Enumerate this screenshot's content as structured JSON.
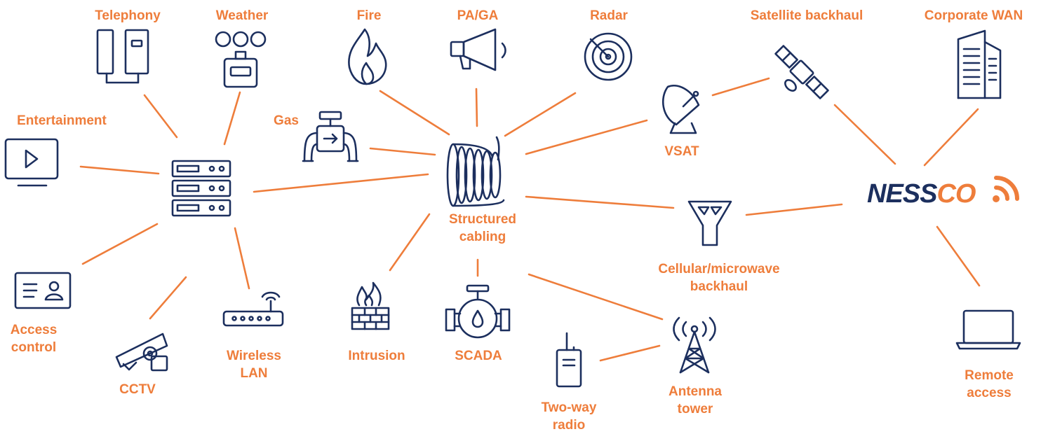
{
  "brand": {
    "logo_part1": "NESS",
    "logo_part2": "CO",
    "colors": {
      "navy": "#1c2f5e",
      "orange": "#ee7d3b"
    }
  },
  "nodes": {
    "telephony": {
      "label": [
        "Telephony"
      ],
      "icon": "telephone-icon"
    },
    "weather": {
      "label": [
        "Weather"
      ],
      "icon": "weather-station-icon"
    },
    "fire": {
      "label": [
        "Fire"
      ],
      "icon": "fire-icon"
    },
    "pa_ga": {
      "label": [
        "PA/GA"
      ],
      "icon": "megaphone-icon"
    },
    "radar": {
      "label": [
        "Radar"
      ],
      "icon": "radar-icon"
    },
    "satellite_backhaul": {
      "label": [
        "Satellite backhaul"
      ],
      "icon": "satellite-icon"
    },
    "corporate_wan": {
      "label": [
        "Corporate WAN"
      ],
      "icon": "office-building-icon"
    },
    "entertainment": {
      "label": [
        "Entertainment"
      ],
      "icon": "tv-play-icon"
    },
    "gas": {
      "label": [
        "Gas"
      ],
      "icon": "gas-valve-icon"
    },
    "vsat": {
      "label": [
        "VSAT"
      ],
      "icon": "satellite-dish-icon"
    },
    "structured_cabling": {
      "label": [
        "Structured",
        "cabling"
      ],
      "icon": "cable-coil-icon"
    },
    "server": {
      "label": [],
      "icon": "server-rack-icon"
    },
    "cellular_microwave": {
      "label": [
        "Cellular/microwave",
        "backhaul"
      ],
      "icon": "microwave-antenna-icon"
    },
    "access_control": {
      "label": [
        "Access",
        "control"
      ],
      "icon": "id-card-icon"
    },
    "cctv": {
      "label": [
        "CCTV"
      ],
      "icon": "cctv-camera-icon"
    },
    "wireless_lan": {
      "label": [
        "Wireless",
        "LAN"
      ],
      "icon": "wifi-router-icon"
    },
    "intrusion": {
      "label": [
        "Intrusion"
      ],
      "icon": "firewall-icon"
    },
    "scada": {
      "label": [
        "SCADA"
      ],
      "icon": "pipeline-valve-icon"
    },
    "two_way_radio": {
      "label": [
        "Two-way",
        "radio"
      ],
      "icon": "walkie-talkie-icon"
    },
    "antenna_tower": {
      "label": [
        "Antenna",
        "tower"
      ],
      "icon": "antenna-tower-icon"
    },
    "remote_access": {
      "label": [
        "Remote",
        "access"
      ],
      "icon": "laptop-icon"
    }
  }
}
